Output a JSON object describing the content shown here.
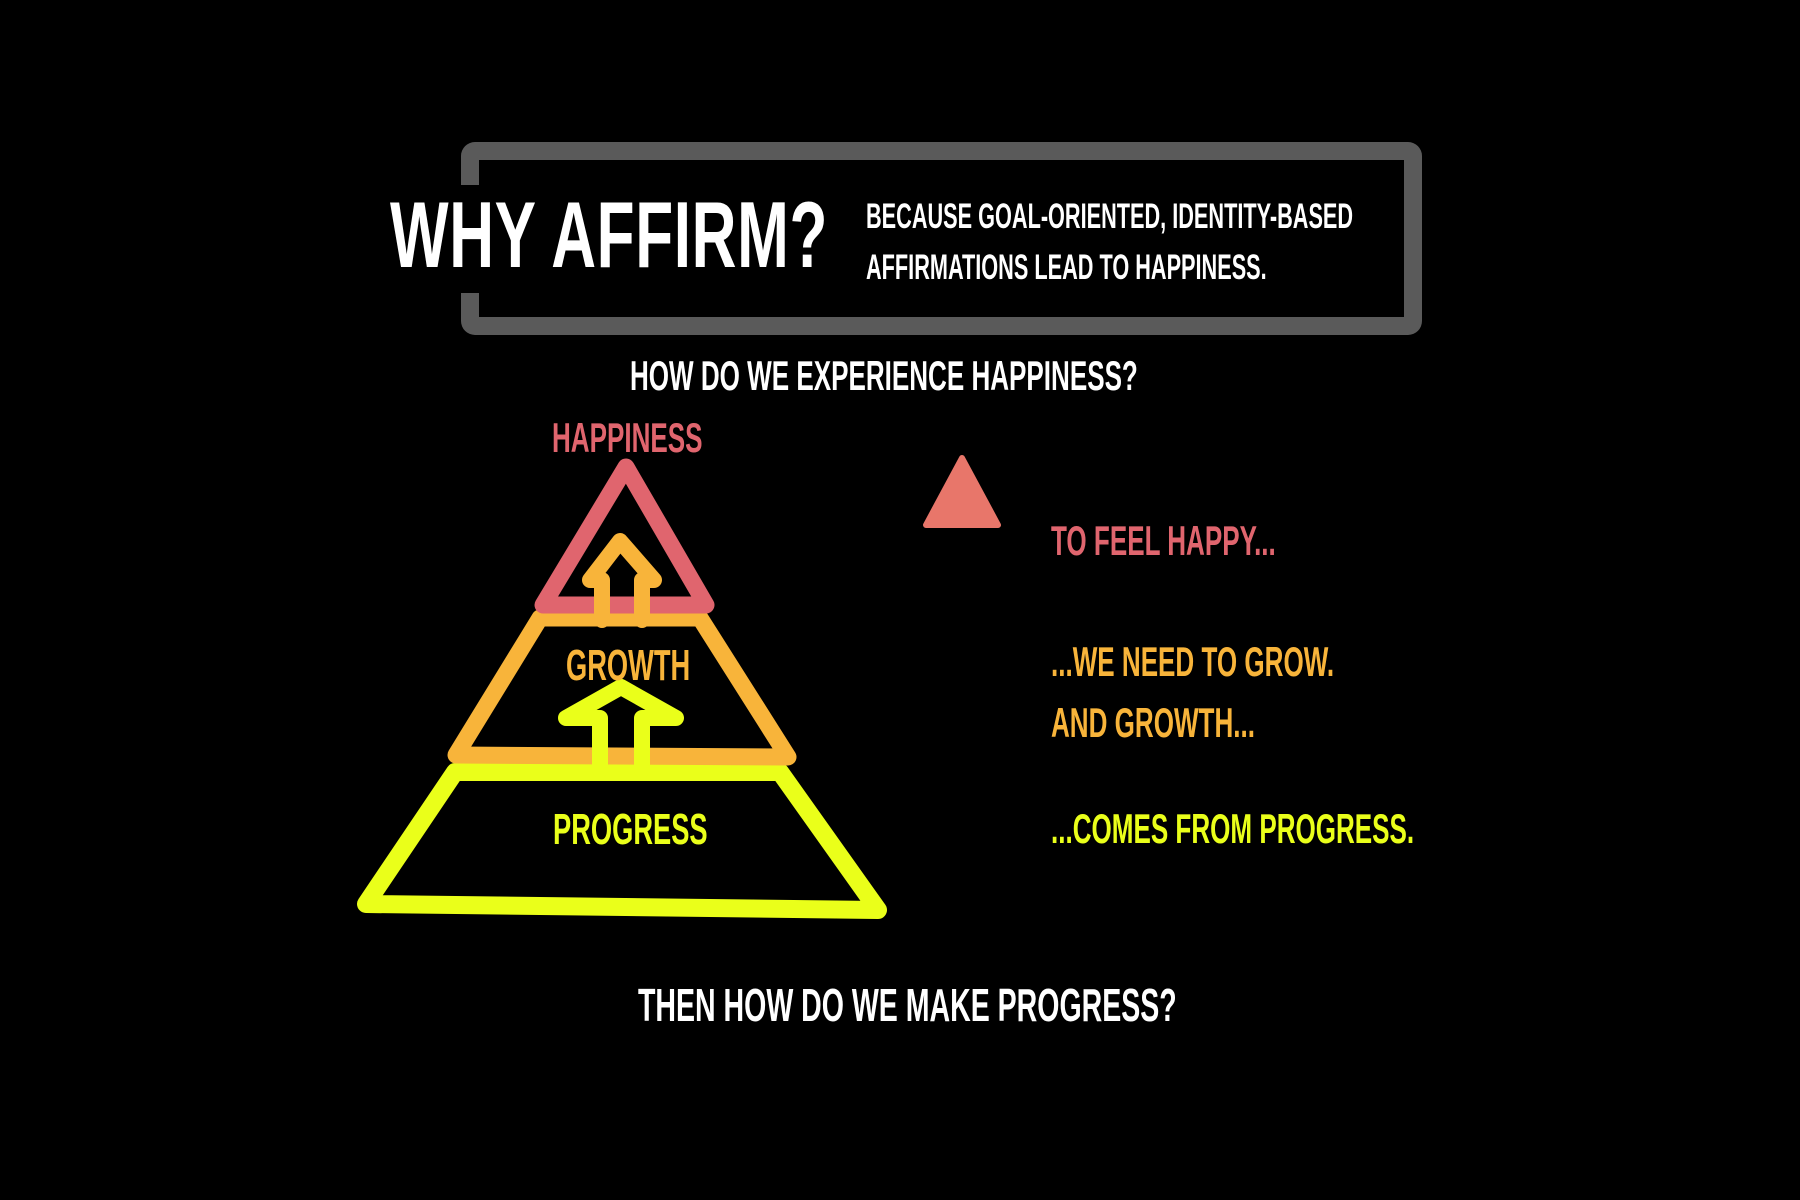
{
  "title": "WHY AFFIRM?",
  "subtitle": {
    "line1": "BECAUSE GOAL-ORIENTED, IDENTITY-BASED",
    "line2": "AFFIRMATIONS LEAD TO HAPPINESS."
  },
  "question_top": "HOW DO WE EXPERIENCE HAPPINESS?",
  "pyramid": {
    "top_label": "HAPPINESS",
    "middle_label": "GROWTH",
    "bottom_label": "PROGRESS"
  },
  "flow": {
    "step1": "TO FEEL HAPPY...",
    "step2": "...WE NEED TO GROW.",
    "step3": "AND GROWTH...",
    "step4": "...COMES FROM PROGRESS."
  },
  "question_bottom": "THEN HOW DO WE MAKE PROGRESS?",
  "colors": {
    "background": "#000000",
    "box_border": "#5a5a5a",
    "happiness": "#e0656e",
    "growth": "#f8b43a",
    "progress": "#eaff1a",
    "text": "#ffffff"
  }
}
